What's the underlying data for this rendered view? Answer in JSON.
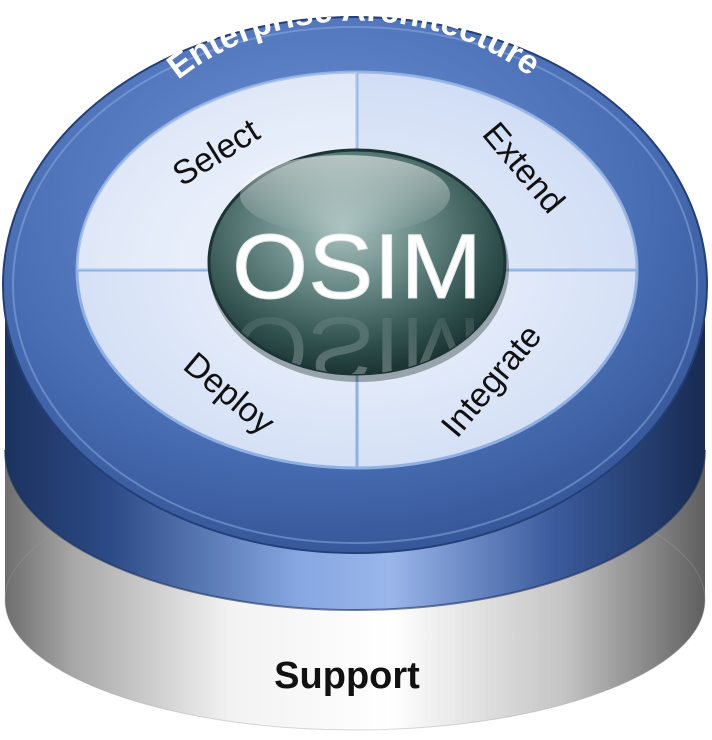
{
  "diagram": {
    "outer_ring_label": "Enterprise Architecture",
    "center_label": "OSIM",
    "quadrants": {
      "top_left": "Select",
      "top_right": "Extend",
      "bottom_left": "Deploy",
      "bottom_right": "Integrate"
    },
    "base_label": "Support"
  },
  "colors": {
    "ring_blue": "#3f64ab",
    "ring_dark": "#23407a",
    "ring_light": "#7fa2de",
    "quadrant_fill": "#dde8fa",
    "quadrant_divider": "#8fb0e2",
    "sphere_center": "#7a9a98",
    "sphere_edge": "#16302f",
    "support_silver": "#c9c9c9",
    "text_dark": "#111111",
    "text_light": "#ffffff"
  }
}
